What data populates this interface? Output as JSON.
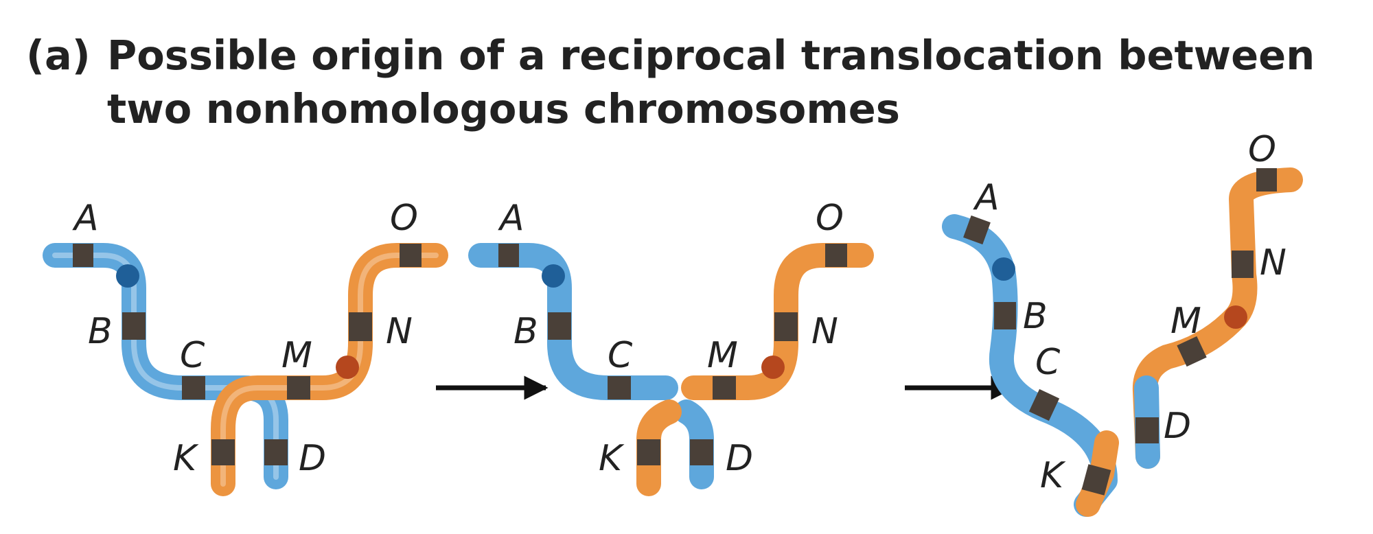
{
  "title": {
    "marker": "(a)",
    "line1": "Possible origin of a reciprocal translocation between",
    "line2": "two nonhomologous chromosomes"
  },
  "colors": {
    "chromosome_blue": "#5ea7dc",
    "chromosome_orange": "#ec9440",
    "band": "#4a4038",
    "centromere_blue": "#1f5f98",
    "centromere_orange": "#b5471e",
    "arrow": "#111111"
  },
  "stages": [
    {
      "name": "before-breakage",
      "labels": [
        "A",
        "B",
        "C",
        "D",
        "K",
        "M",
        "N",
        "O"
      ]
    },
    {
      "name": "after-breakage",
      "labels": [
        "A",
        "B",
        "C",
        "D",
        "K",
        "M",
        "N",
        "O"
      ]
    },
    {
      "name": "after-translocation",
      "labels": [
        "A",
        "B",
        "C",
        "K",
        "D",
        "M",
        "N",
        "O"
      ]
    }
  ]
}
